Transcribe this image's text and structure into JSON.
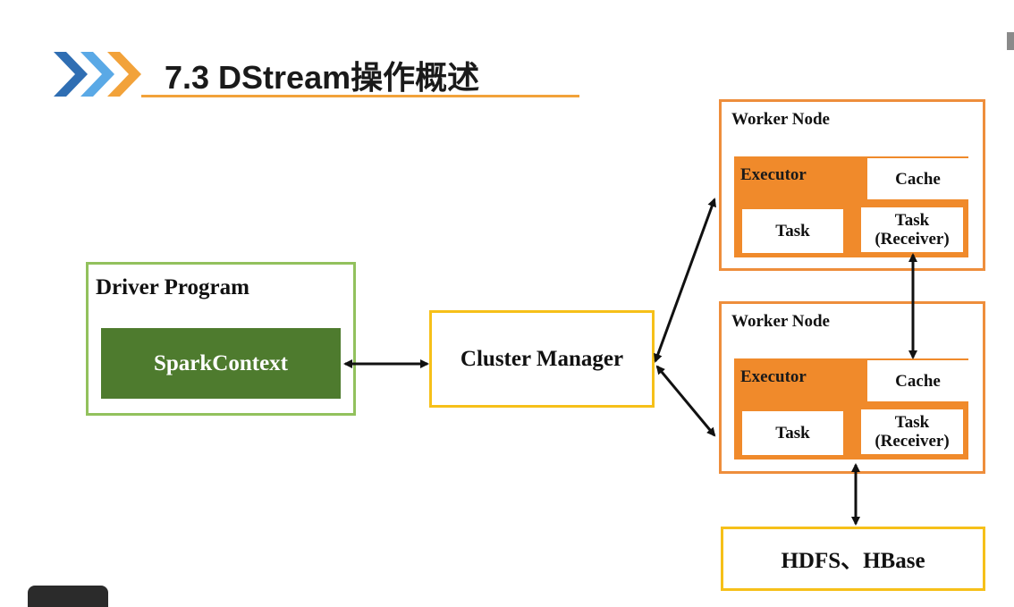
{
  "slide": {
    "title": "7.3 DStream操作概述"
  },
  "diagram": {
    "driver": {
      "label": "Driver Program",
      "context_label": "SparkContext"
    },
    "cluster_manager": {
      "label": "Cluster Manager"
    },
    "workers": [
      {
        "label": "Worker Node",
        "executor_label": "Executor",
        "cache_label": "Cache",
        "task_label": "Task",
        "receiver_label_line1": "Task",
        "receiver_label_line2": "(Receiver)"
      },
      {
        "label": "Worker Node",
        "executor_label": "Executor",
        "cache_label": "Cache",
        "task_label": "Task",
        "receiver_label_line1": "Task",
        "receiver_label_line2": "(Receiver)"
      }
    ],
    "storage": {
      "label": "HDFS、HBase"
    }
  },
  "colors": {
    "accent_orange": "#f2a23a",
    "chevron_dark": "#2f6eb3",
    "chevron_light": "#5aa9e6",
    "driver_border": "#92c15d",
    "spark_fill": "#4e7b2e",
    "cluster_border": "#f6c019",
    "worker_border": "#ee8e3c",
    "executor_fill": "#f08a2b"
  },
  "icons": {
    "title_marker": "triple-chevron-right-icon"
  }
}
